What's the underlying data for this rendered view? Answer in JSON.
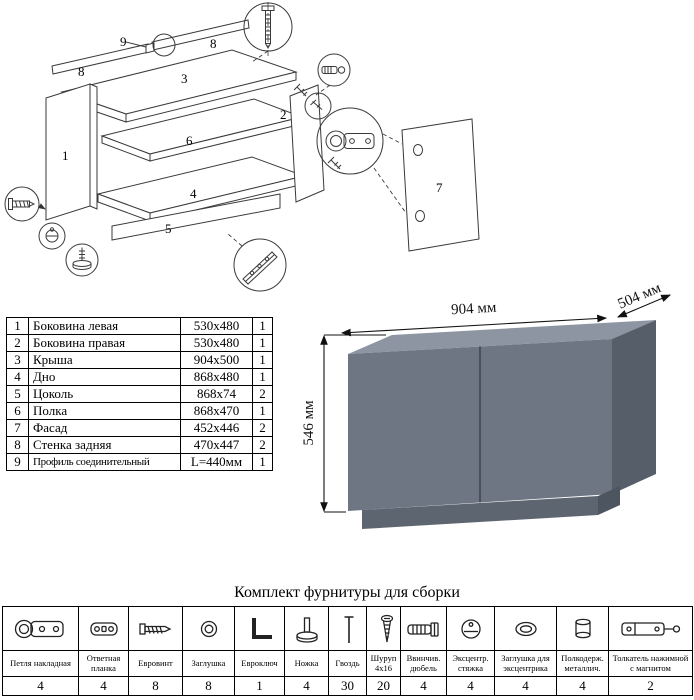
{
  "exploded": {
    "labels": [
      "9",
      "8",
      "8",
      "3",
      "1",
      "2",
      "6",
      "4",
      "5",
      "7"
    ]
  },
  "parts_table": {
    "rows": [
      {
        "num": "1",
        "name": "Боковина левая",
        "size": "530x480",
        "qty": "1"
      },
      {
        "num": "2",
        "name": "Боковина правая",
        "size": "530x480",
        "qty": "1"
      },
      {
        "num": "3",
        "name": "Крыша",
        "size": "904x500",
        "qty": "1"
      },
      {
        "num": "4",
        "name": "Дно",
        "size": "868x480",
        "qty": "1"
      },
      {
        "num": "5",
        "name": "Цоколь",
        "size": "868x74",
        "qty": "2"
      },
      {
        "num": "6",
        "name": "Полка",
        "size": "868x470",
        "qty": "1"
      },
      {
        "num": "7",
        "name": "Фасад",
        "size": "452x446",
        "qty": "2"
      },
      {
        "num": "8",
        "name": "Стенка задняя",
        "size": "470x447",
        "qty": "2"
      },
      {
        "num": "9",
        "name": "Профиль соединительный",
        "size": "L=440мм",
        "qty": "1"
      }
    ]
  },
  "cabinet": {
    "width_label": "904 мм",
    "depth_label": "504 мм",
    "height_label": "546 мм",
    "body_color": "#6e7683",
    "top_color": "#8c95a1",
    "side_color": "#565e6a"
  },
  "hardware": {
    "title": "Комплект фурнитуры для сборки",
    "items": [
      {
        "name": "Петля накладная",
        "qty": "4",
        "icon": "hinge-icon"
      },
      {
        "name": "Ответная планка",
        "qty": "4",
        "icon": "strike-plate-icon"
      },
      {
        "name": "Евровинт",
        "qty": "8",
        "icon": "confirmat-screw-icon"
      },
      {
        "name": "Заглушка",
        "qty": "8",
        "icon": "cap-icon"
      },
      {
        "name": "Евроключ",
        "qty": "1",
        "icon": "hex-key-icon"
      },
      {
        "name": "Ножка",
        "qty": "4",
        "icon": "foot-icon"
      },
      {
        "name": "Гвоздь",
        "qty": "30",
        "icon": "nail-icon"
      },
      {
        "name": "Шуруп 4x16",
        "qty": "20",
        "icon": "screw-icon"
      },
      {
        "name": "Ввинчив. дюбель",
        "qty": "4",
        "icon": "dowel-icon"
      },
      {
        "name": "Эксцентр. стяжка",
        "qty": "4",
        "icon": "cam-lock-icon"
      },
      {
        "name": "Заглушка для эксцентрика",
        "qty": "4",
        "icon": "cam-cap-icon"
      },
      {
        "name": "Полкодерж. металлич.",
        "qty": "4",
        "icon": "shelf-pin-icon"
      },
      {
        "name": "Толкатель нажимной с магнитом",
        "qty": "2",
        "icon": "push-latch-icon"
      }
    ]
  }
}
